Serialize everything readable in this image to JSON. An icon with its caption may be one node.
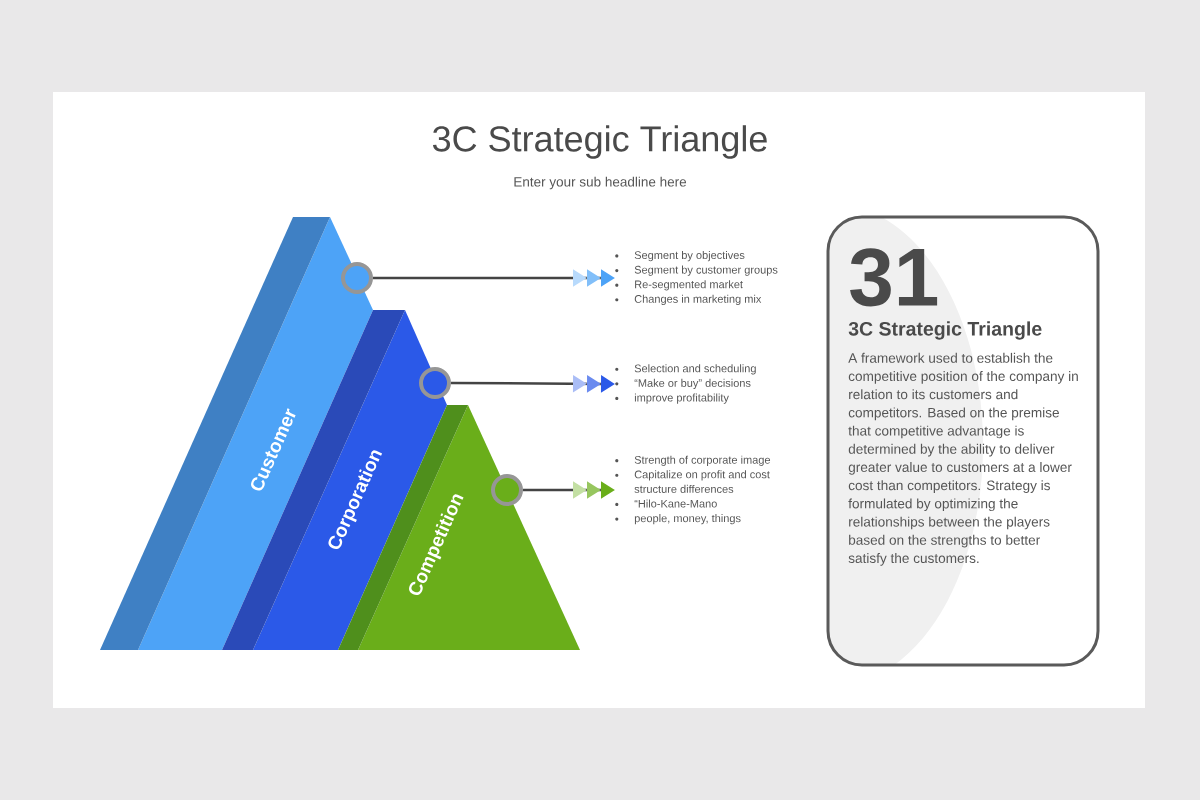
{
  "diagram": {
    "title": "3C Strategic Triangle",
    "nodes": [
      {
        "text": [
          "Customer"
        ]
      },
      {
        "text": [
          "Corporation"
        ]
      },
      {
        "text": [
          "Competition"
        ]
      },
      {
        "text": [
          "Segment by objectives",
          "Segment by customer groups",
          "Re-segmented market",
          "Changes in marketing mix"
        ]
      },
      {
        "text": [
          "Selection and scheduling",
          "“Make or buy” decisions",
          "improve profitability"
        ]
      },
      {
        "text": [
          "Strength of corporate image",
          "Capitalize on profit and cost structure differences",
          "“Hilo-Kane-Mano",
          "people, money, things"
        ]
      },
      {
        "text": [
          "31",
          "3C Strategic Triangle",
          "A framework used to establish the competitive position of the company in relation to its customers and competitors. Based on the premise that competitive advantage is determined by the ability to deliver greater value to customers at a lower cost than competitors. Strategy is formulated by optimizing the relationships between the players based on the strengths to better satisfy the customers."
        ]
      }
    ],
    "edges": [
      {
        "from": 0,
        "to": 3,
        "arrow": "to"
      },
      {
        "from": 1,
        "to": 4,
        "arrow": "to"
      },
      {
        "from": 2,
        "to": 5,
        "arrow": "to"
      }
    ],
    "labels": [
      "Enter your sub headline here"
    ]
  }
}
